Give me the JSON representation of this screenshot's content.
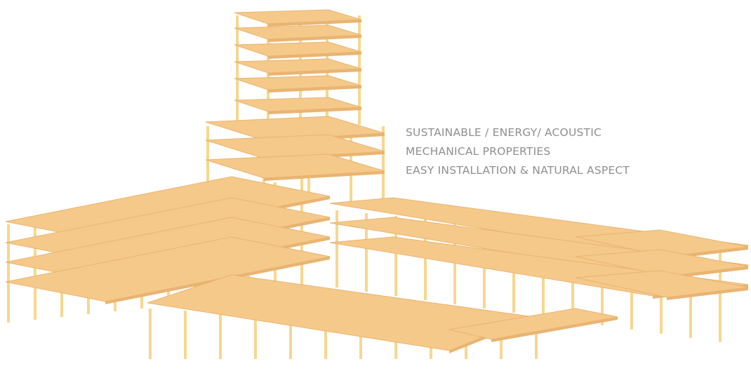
{
  "caption": {
    "lines": [
      "SUSTAINABLE / ENERGY/ ACOUSTIC",
      "MECHANICAL PROPERTIES",
      "EASY INSTALLATION & NATURAL ASPECT"
    ]
  },
  "colors": {
    "slab_fill": "#f5c989",
    "slab_edge": "#e9b472",
    "column": "#f7d78f",
    "column_edge": "#e8bd72",
    "caption_text": "#8f8f8f",
    "background": "#ffffff"
  }
}
